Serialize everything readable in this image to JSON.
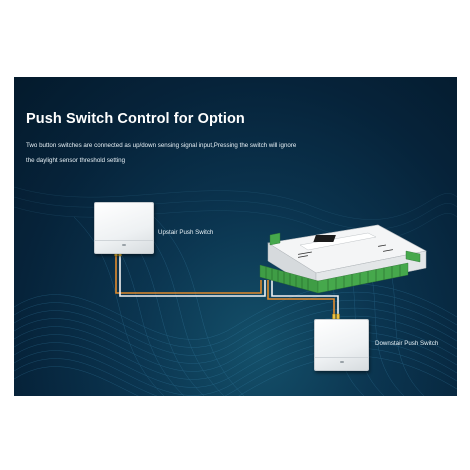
{
  "title": "Push Switch Control for Option",
  "description": [
    "Two button switches are connected as up/down sensing signal input,Pressing the switch will ignore",
    "the daylight sensor threshold setting"
  ],
  "labels": {
    "upstair": "Upstair Push Switch",
    "downstair": "Downstair Push Switch"
  },
  "colors": {
    "background": "#06233a",
    "wire_orange": "#e08a2c",
    "wire_white": "#f2f2f2",
    "terminal_green": "#3f9d45"
  },
  "icons": [
    "push-switch-icon",
    "controller-device-icon"
  ]
}
